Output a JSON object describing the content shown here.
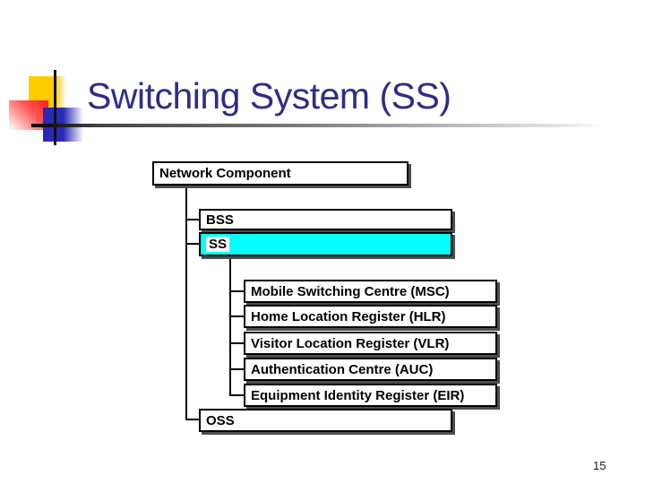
{
  "slide": {
    "title": "Switching System (SS)",
    "page_number": "15"
  },
  "colors": {
    "title_text": "#2D2E87",
    "selected_node_fill": "#00FFFF",
    "node_border": "#000000",
    "node_shadow": "#4D4D4D",
    "accent_yellow": "#FFCC00",
    "accent_red": "#FF1A1A",
    "accent_blue": "#2929B8"
  },
  "diagram": {
    "type": "tree",
    "root": {
      "label": "Network Component"
    },
    "children": [
      {
        "label": "BSS",
        "selected": false
      },
      {
        "label": "SS",
        "selected": true,
        "children": [
          {
            "label": "Mobile Switching Centre (MSC)"
          },
          {
            "label": "Home Location Register (HLR)"
          },
          {
            "label": "Visitor Location Register (VLR)"
          },
          {
            "label": "Authentication Centre (AUC)"
          },
          {
            "label": "Equipment Identity Register (EIR)"
          }
        ]
      },
      {
        "label": "OSS",
        "selected": false
      }
    ]
  }
}
